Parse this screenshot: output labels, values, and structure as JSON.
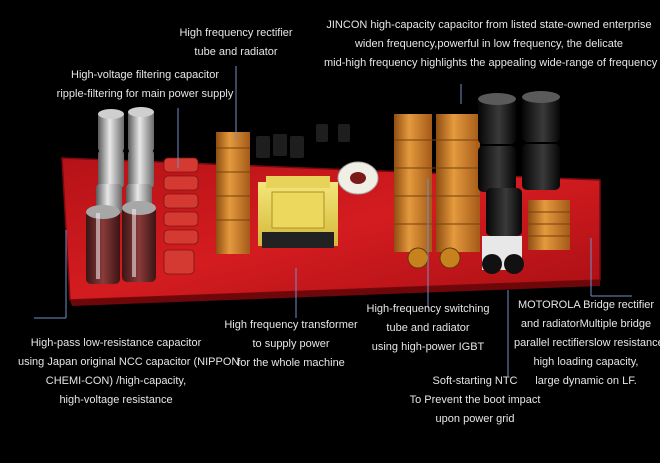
{
  "captions": {
    "rectifier": [
      "High frequency rectifier",
      "tube and radiator"
    ],
    "jincon": [
      "JINCON high-capacity capacitor from listed state-owned enterprise",
      "widen frequency,powerful in low frequency, the delicate",
      "mid-high frequency highlights the appealing wide-range of frequency"
    ],
    "filtering": [
      "High-voltage filtering capacitor",
      "ripple-filtering for main power supply"
    ],
    "highpass": [
      "High-pass low-resistance capacitor",
      "using Japan original NCC capacitor (NIPPON",
      "CHEMI-CON) /high-capacity,",
      "high-voltage resistance"
    ],
    "transformer": [
      "High frequency transformer",
      "to supply power",
      "for the whole machine"
    ],
    "switching": [
      "High-frequency switching",
      "tube and radiator",
      "using high-power IGBT"
    ],
    "motorola": [
      "MOTOROLA Bridge rectifier",
      "and radiatorMultiple bridge",
      "parallel rectifierslow resistance,",
      "high loading capacity,",
      "large dynamic on LF."
    ],
    "ntc": [
      "Soft-starting NTC",
      "To Prevent the boot impact",
      "upon power grid"
    ]
  },
  "colors": {
    "background": "#000000",
    "pcb": "#c5161b",
    "heatsink": "#d98a2c",
    "caption_text": "#e6e6e6",
    "leader_line": "#6f8fc9"
  }
}
